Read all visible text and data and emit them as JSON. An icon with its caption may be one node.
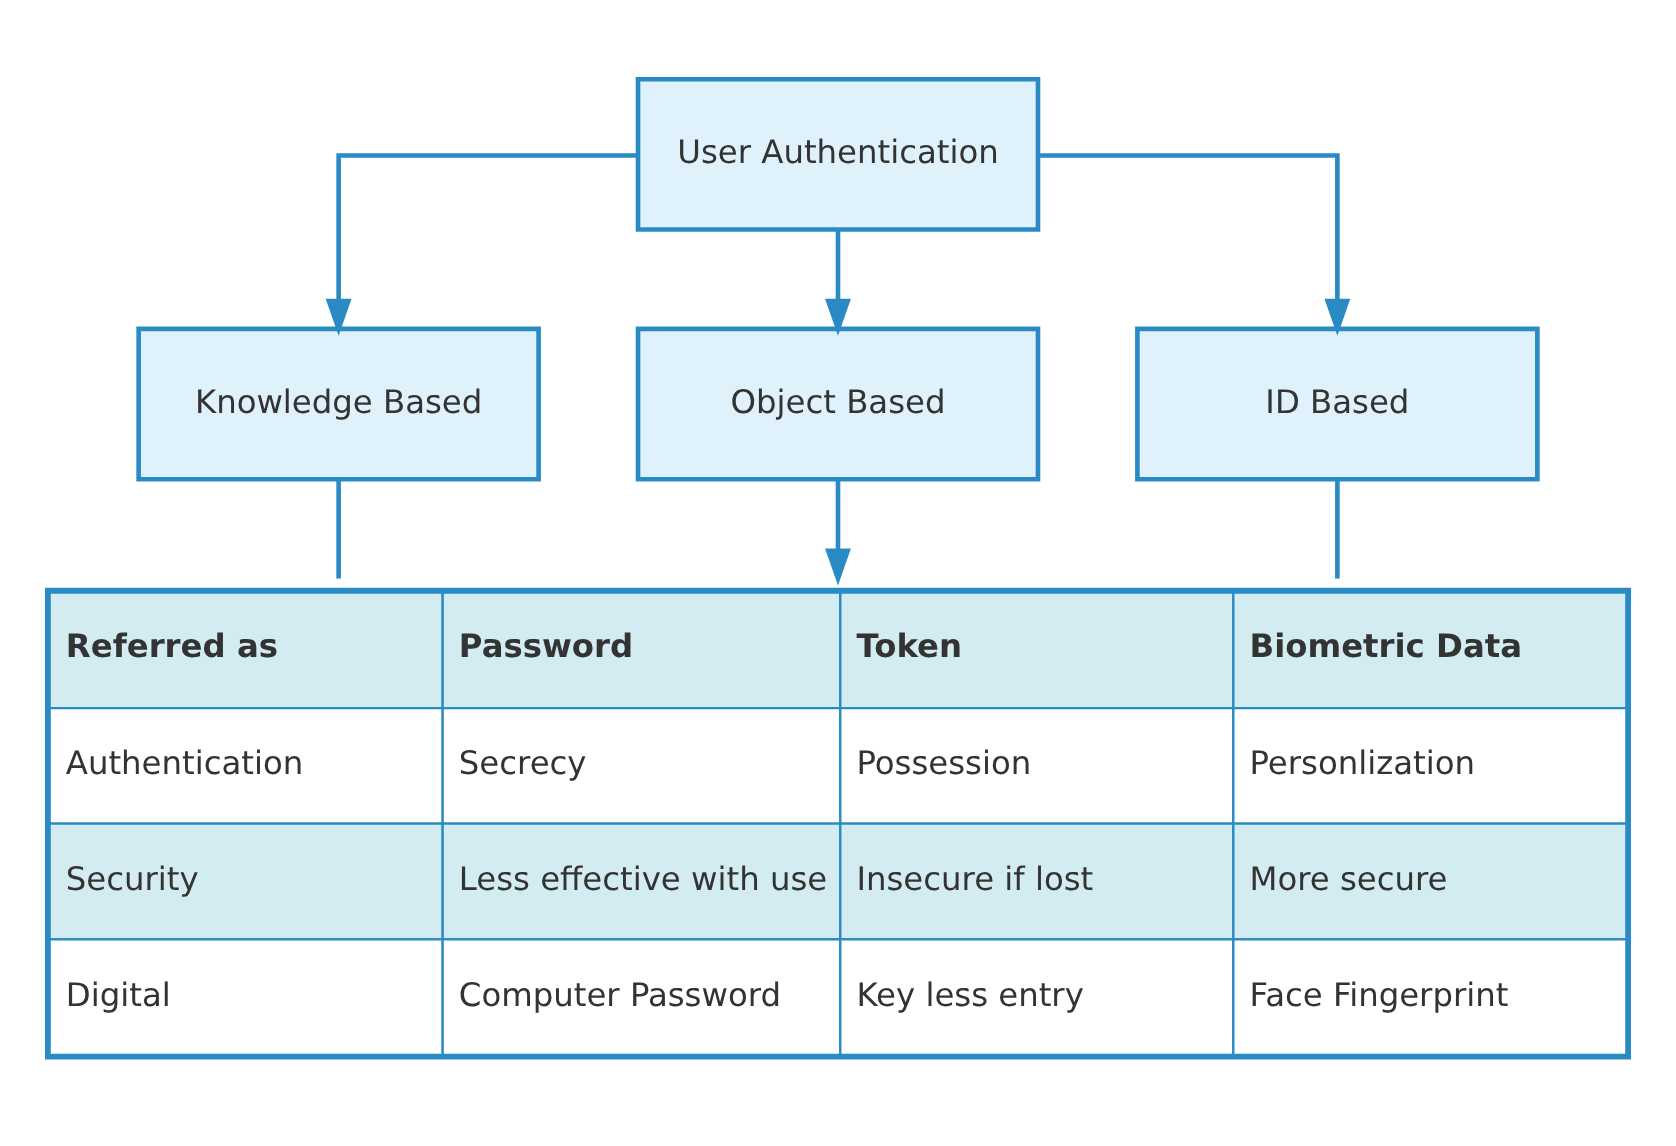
{
  "diagram": {
    "nodes": [
      {
        "text": [
          "User Authentication"
        ]
      },
      {
        "text": [
          "Knowledge Based"
        ]
      },
      {
        "text": [
          "Object Based"
        ]
      },
      {
        "text": [
          "ID Based"
        ]
      },
      {
        "text": [
          "Referred as",
          "Password",
          "Token",
          "Biometric Data",
          "Authentication",
          "Secrecy",
          "Possession",
          "Personlization",
          "Security",
          "Less effective with use",
          "Insecure if lost",
          "More secure",
          "Digital",
          "Computer Password",
          "Key less entry",
          "Face Fingerprint"
        ]
      }
    ],
    "edges": [
      {
        "from": 0,
        "to": 1,
        "arrow": "to"
      },
      {
        "from": 0,
        "to": 2,
        "arrow": "to"
      },
      {
        "from": 0,
        "to": 3,
        "arrow": "to"
      },
      {
        "from": 1,
        "to": 4,
        "arrow": "none"
      },
      {
        "from": 2,
        "to": 4,
        "arrow": "to"
      },
      {
        "from": 3,
        "to": 4,
        "arrow": "none"
      }
    ]
  }
}
